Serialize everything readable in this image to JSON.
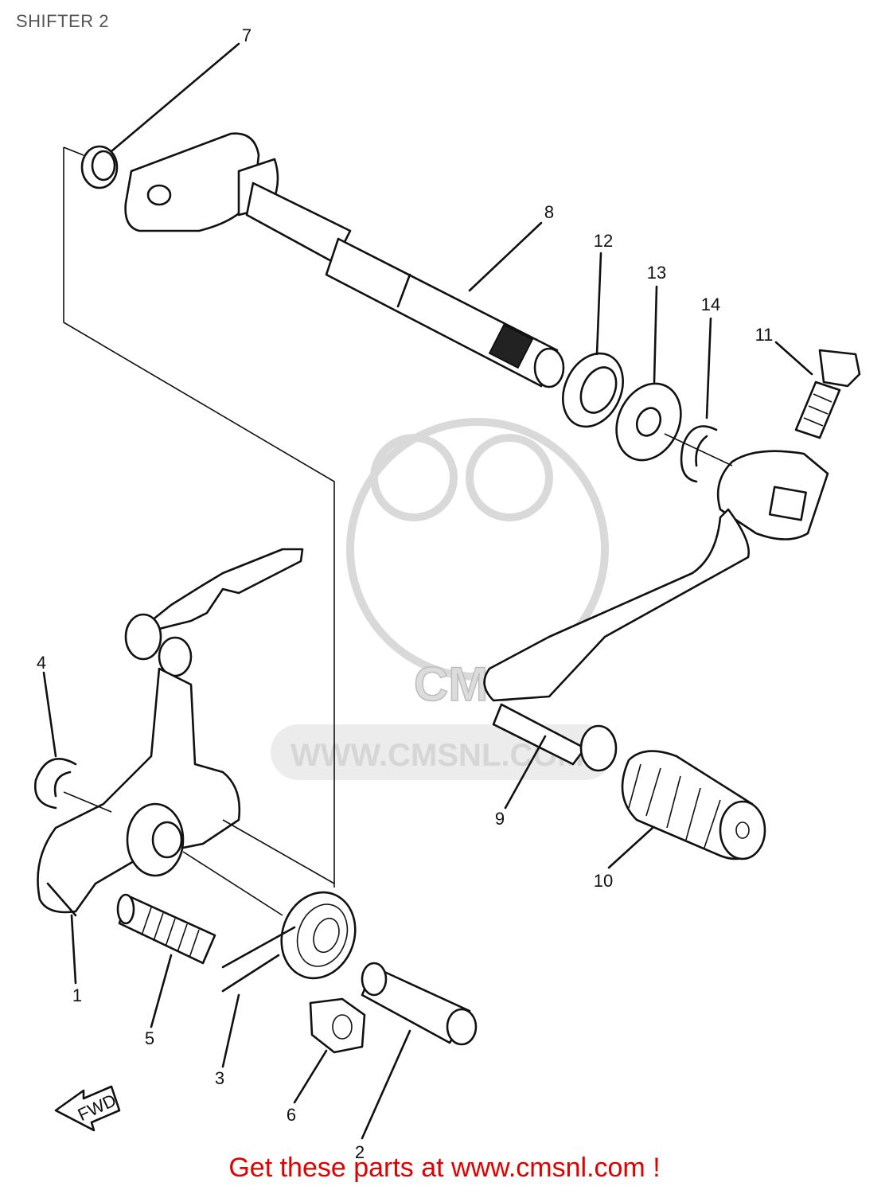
{
  "page": {
    "title": "SHIFTER 2",
    "footer": "Get these parts at www.cmsnl.com !"
  },
  "watermark": {
    "brand": "CMS",
    "url": "WWW.CMSNL.COM"
  },
  "diagram": {
    "fwd_label": "FWD",
    "callouts": [
      {
        "id": "1",
        "label": "1"
      },
      {
        "id": "2",
        "label": "2"
      },
      {
        "id": "3",
        "label": "3"
      },
      {
        "id": "4",
        "label": "4"
      },
      {
        "id": "5",
        "label": "5"
      },
      {
        "id": "6",
        "label": "6"
      },
      {
        "id": "7",
        "label": "7"
      },
      {
        "id": "8",
        "label": "8"
      },
      {
        "id": "9",
        "label": "9"
      },
      {
        "id": "10",
        "label": "10"
      },
      {
        "id": "11",
        "label": "11"
      },
      {
        "id": "12",
        "label": "12"
      },
      {
        "id": "13",
        "label": "13"
      },
      {
        "id": "14",
        "label": "14"
      }
    ]
  }
}
